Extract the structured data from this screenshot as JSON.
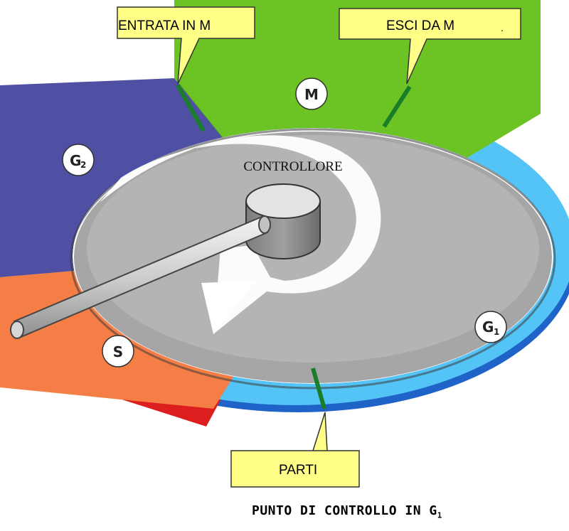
{
  "callouts": {
    "entrata": "ENTRATA IN M",
    "esci": "ESCI DA M",
    "esci_dot": ".",
    "parti": "PARTI"
  },
  "phases": {
    "m": "M",
    "g2": "G",
    "g2_sub": "2",
    "g1": "G",
    "g1_sub": "1",
    "s": "S"
  },
  "controller_label": "CONTROLLORE",
  "caption": {
    "text": "PUNTO DI CONTROLLO IN G",
    "sub": "1"
  },
  "colors": {
    "m_phase": "#6cc424",
    "g2_phase": "#4f4fa3",
    "g1_phase": "#54c3f5",
    "s_phase": "#f47e45",
    "checkpoint_line": "#1a7d2a",
    "callout_fill": "#ffff88",
    "inner_disc": "#a6a6a6"
  }
}
